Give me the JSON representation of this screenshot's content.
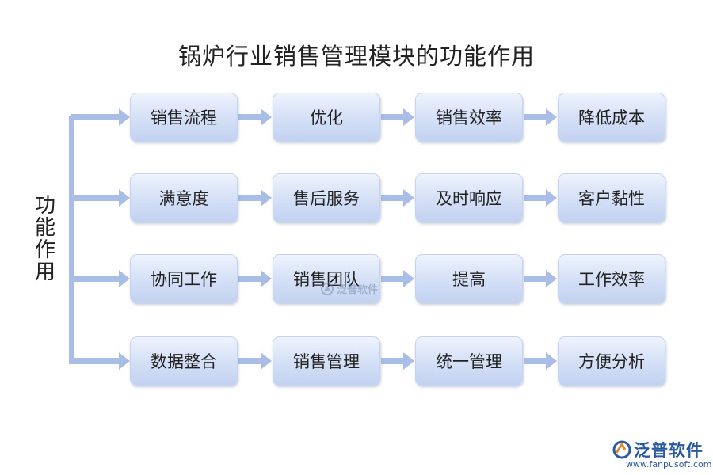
{
  "title": "锅炉行业销售管理模块的功能作用",
  "side_label": [
    "功",
    "能",
    "作",
    "用"
  ],
  "rows": [
    [
      "销售流程",
      "优化",
      "销售效率",
      "降低成本"
    ],
    [
      "满意度",
      "售后服务",
      "及时响应",
      "客户黏性"
    ],
    [
      "协同工作",
      "销售团队",
      "提高",
      "工作效率"
    ],
    [
      "数据整合",
      "销售管理",
      "统一管理",
      "方便分析"
    ]
  ],
  "watermark": "泛普软件",
  "logo": {
    "name": "泛普软件",
    "url": "www.fanpusoft.com"
  },
  "colors": {
    "arrow": "#a9bde6",
    "box_top": "#eef3fd",
    "box_bottom": "#c2d2f1",
    "brand": "#2c5aa0"
  }
}
